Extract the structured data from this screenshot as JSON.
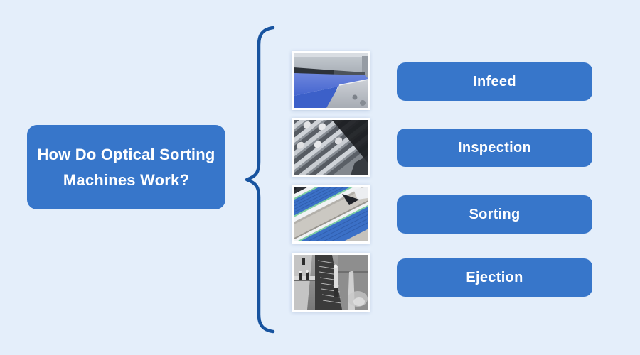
{
  "title": {
    "line1": "How Do Optical Sorting",
    "line2": "Machines Work?"
  },
  "steps": [
    {
      "label": "Infeed",
      "photo": "infeed-conveyor-photo"
    },
    {
      "label": "Inspection",
      "photo": "inspection-chutes-photo"
    },
    {
      "label": "Sorting",
      "photo": "sorting-belts-photo"
    },
    {
      "label": "Ejection",
      "photo": "ejection-nozzles-photo"
    }
  ],
  "colors": {
    "background": "#e4eefa",
    "primary_blue": "#3776ca",
    "brace_blue": "#17539f",
    "text": "#ffffff"
  }
}
